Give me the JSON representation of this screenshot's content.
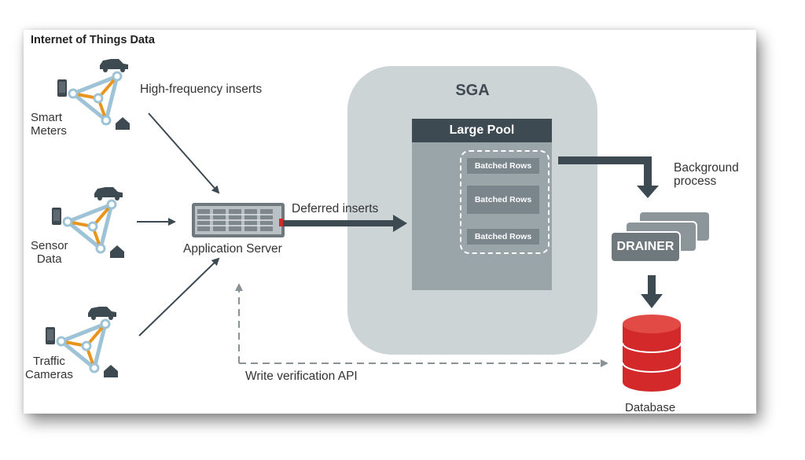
{
  "title": "Internet of Things Data",
  "sources": [
    {
      "label_line1": "Smart",
      "label_line2": "Meters"
    },
    {
      "label_line1": "Sensor",
      "label_line2": "Data"
    },
    {
      "label_line1": "Traffic",
      "label_line2": "Cameras"
    }
  ],
  "labels": {
    "high_freq": "High-frequency inserts",
    "app_server": "Application Server",
    "deferred": "Deferred inserts",
    "sga": "SGA",
    "large_pool": "Large Pool",
    "batched_rows": [
      "Batched Rows",
      "Batched Rows",
      "Batched Rows"
    ],
    "background_line1": "Background",
    "background_line2": "process",
    "drainer": "DRAINER",
    "database": "Database",
    "write_verification": "Write verification API"
  },
  "colors": {
    "accent_orange": "#e8951e",
    "node_blue": "#9fc3d6",
    "database_red": "#d4292a",
    "dark_slate": "#3d4a52"
  }
}
